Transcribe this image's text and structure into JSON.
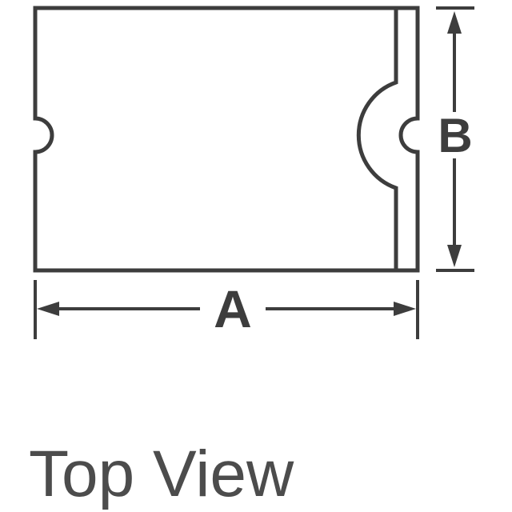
{
  "title": "Top View",
  "dimensions": {
    "width_label": "A",
    "height_label": "B"
  },
  "colors": {
    "line": "#3d3d3d",
    "text": "#4c4c4c",
    "background": "#ffffff"
  }
}
